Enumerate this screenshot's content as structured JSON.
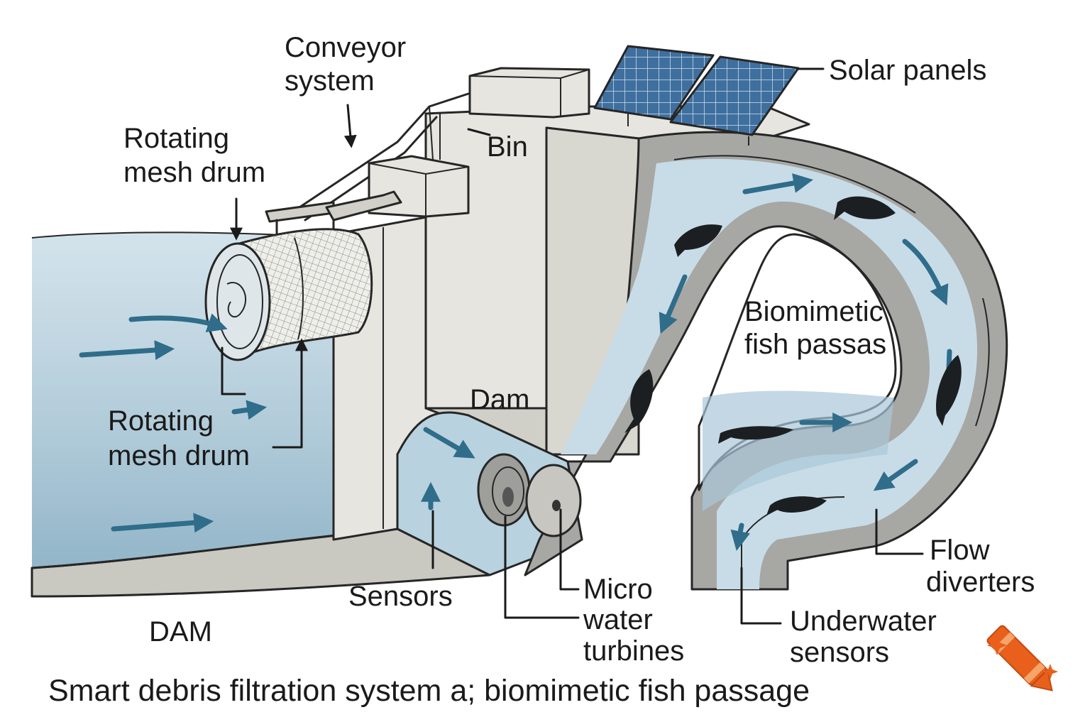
{
  "title": "Smart debris filtration system a; biomimetic fish passage",
  "labels": {
    "conveyor": [
      "Conveyor",
      "system"
    ],
    "solar": "Solar panels",
    "bin": "Bin",
    "drum_top": [
      "Rotating",
      "mesh drum"
    ],
    "drum_bottom": [
      "Rotating",
      "mesh drum"
    ],
    "biomimetic": [
      "Biomimetic",
      "fish passas"
    ],
    "dam_upper": "Dam",
    "dam_lower": "DAM",
    "sensors": "Sensors",
    "turbines": [
      "Micro",
      "water",
      "turbines"
    ],
    "diverters": [
      "Flow",
      "diverters"
    ],
    "underwater": [
      "Underwater",
      "sensors"
    ]
  },
  "colors": {
    "water": "#a9c8d8",
    "water_deep": "#7fa8bf",
    "concrete": "#e6e5df",
    "concrete_dark": "#c9c8c1",
    "wall_band": "#a7a7a4",
    "flow_arrow": "#2f6d8a",
    "solar": "#3f6f9e",
    "fish": "#1c1f22",
    "badge": "#e8601c"
  },
  "icons": [
    "flow-arrow-icon",
    "fish-icon",
    "solar-panel-icon",
    "crayon-sparkle-icon"
  ]
}
